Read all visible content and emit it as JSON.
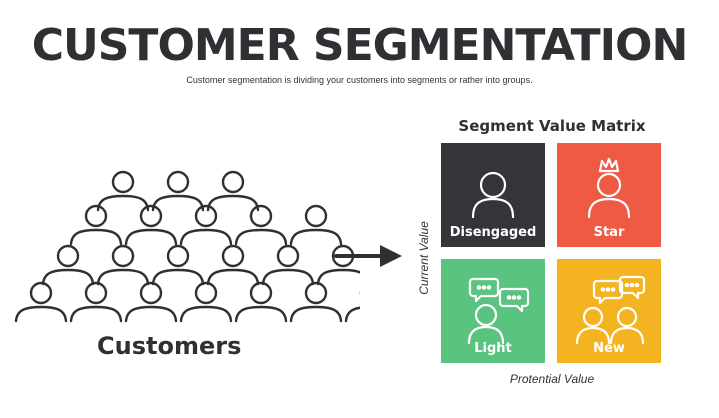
{
  "header": {
    "title": "CUSTOMER SEGMENTATION",
    "subtitle": "Customer segmentation is dividing your customers into segments or rather into groups."
  },
  "left": {
    "label": "Customers",
    "icon": "people-crowd-icon"
  },
  "matrix": {
    "title": "Segment Value Matrix",
    "y_axis_label": "Current Value",
    "x_axis_label": "Protential Value",
    "quadrants": [
      {
        "label": "Disengaged",
        "color": "#333538",
        "icon": "person-icon"
      },
      {
        "label": "Star",
        "color": "#ef5a45",
        "icon": "crowned-person-icon"
      },
      {
        "label": "Light",
        "color": "#59c37f",
        "icon": "person-chat-icon"
      },
      {
        "label": "New",
        "color": "#f4b320",
        "icon": "two-people-chat-icon"
      }
    ]
  },
  "colors": {
    "text": "#2f3033",
    "outline": "#2f3033"
  }
}
